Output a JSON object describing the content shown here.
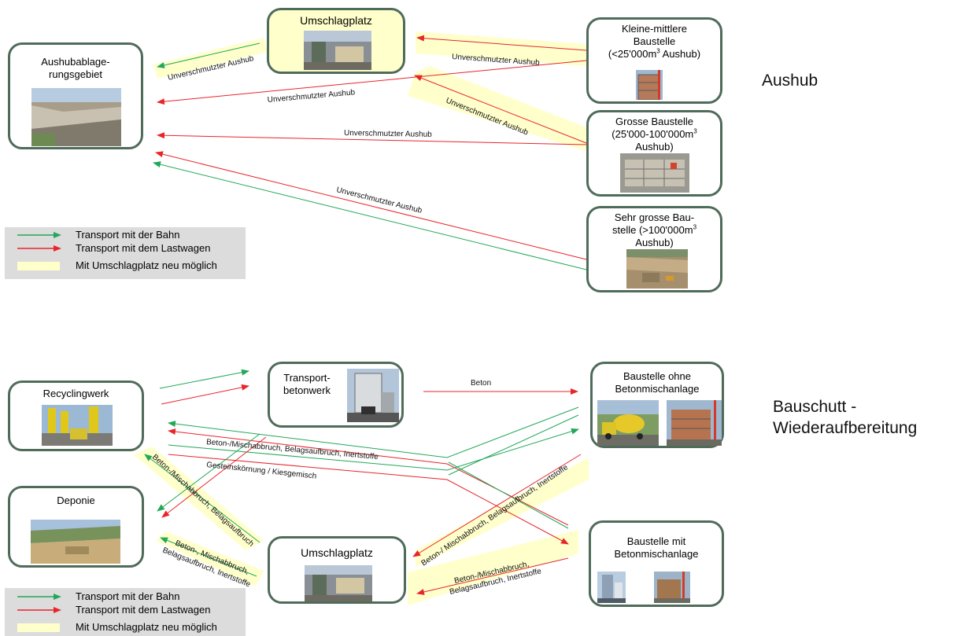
{
  "sections": {
    "top_label": "Aushub",
    "bottom_label_line1": "Bauschutt -",
    "bottom_label_line2": "Wiederaufbereitung"
  },
  "top": {
    "nodes": {
      "umschlagplatz": "Umschlagplatz",
      "ablage_line1": "Aushubablage-",
      "ablage_line2": "rungsgebiet",
      "klein_line1": "Kleine-mittlere",
      "klein_line2": "Baustelle",
      "klein_line3": "(<25'000m",
      "klein_line3_sup": "3",
      "klein_line3_end": " Aushub)",
      "gross_line1": "Grosse Baustelle",
      "gross_line2": "(25'000-100'000m",
      "gross_line2_sup": "3",
      "gross_line3": "Aushub)",
      "sehr_line1": "Sehr grosse Bau-",
      "sehr_line2": "stelle (>100'000m",
      "sehr_line2_sup": "3",
      "sehr_line3": "Aushub)"
    },
    "edge_label": "Unverschmutzter Aushub"
  },
  "bottom": {
    "nodes": {
      "recycling": "Recyclingwerk",
      "transport_line1": "Transport-",
      "transport_line2": "betonwerk",
      "ohne_line1": "Baustelle ohne",
      "ohne_line2": "Betonmischanlage",
      "deponie": "Deponie",
      "umschlagplatz": "Umschlagplatz",
      "mit_line1": "Baustelle mit",
      "mit_line2": "Betonmischanlage"
    },
    "edges": {
      "beton": "Beton",
      "bruch_long": "Beton-/Mischabbruch, Belagsaufbruch, Inertstoffe",
      "kies": "Gesteinskörnung / Kiesgemisch",
      "diag_up": "Beton-/ Mischabbruch, Belagsaufbruch, Inertstoffe",
      "left_diag": "Beton-/Mischabbruch, Belagsaufbruch",
      "dep_line1": "Beton-, Mischabbruch,",
      "dep_line2": "Belagsaufbruch, Inertstoffe",
      "mit_line1": "Beton-/Mischabbruch,",
      "mit_line2": "Belagsaufbruch, Inertstoffe"
    }
  },
  "legend": {
    "bahn": "Transport mit der Bahn",
    "lastwagen": "Transport mit dem Lastwagen",
    "umschlag": "Mit Umschlagplatz  neu möglich"
  },
  "colors": {
    "rail": "#22a85a",
    "truck": "#e8252b",
    "highlight": "#ffffcc",
    "box_border": "#4f6b5a"
  }
}
